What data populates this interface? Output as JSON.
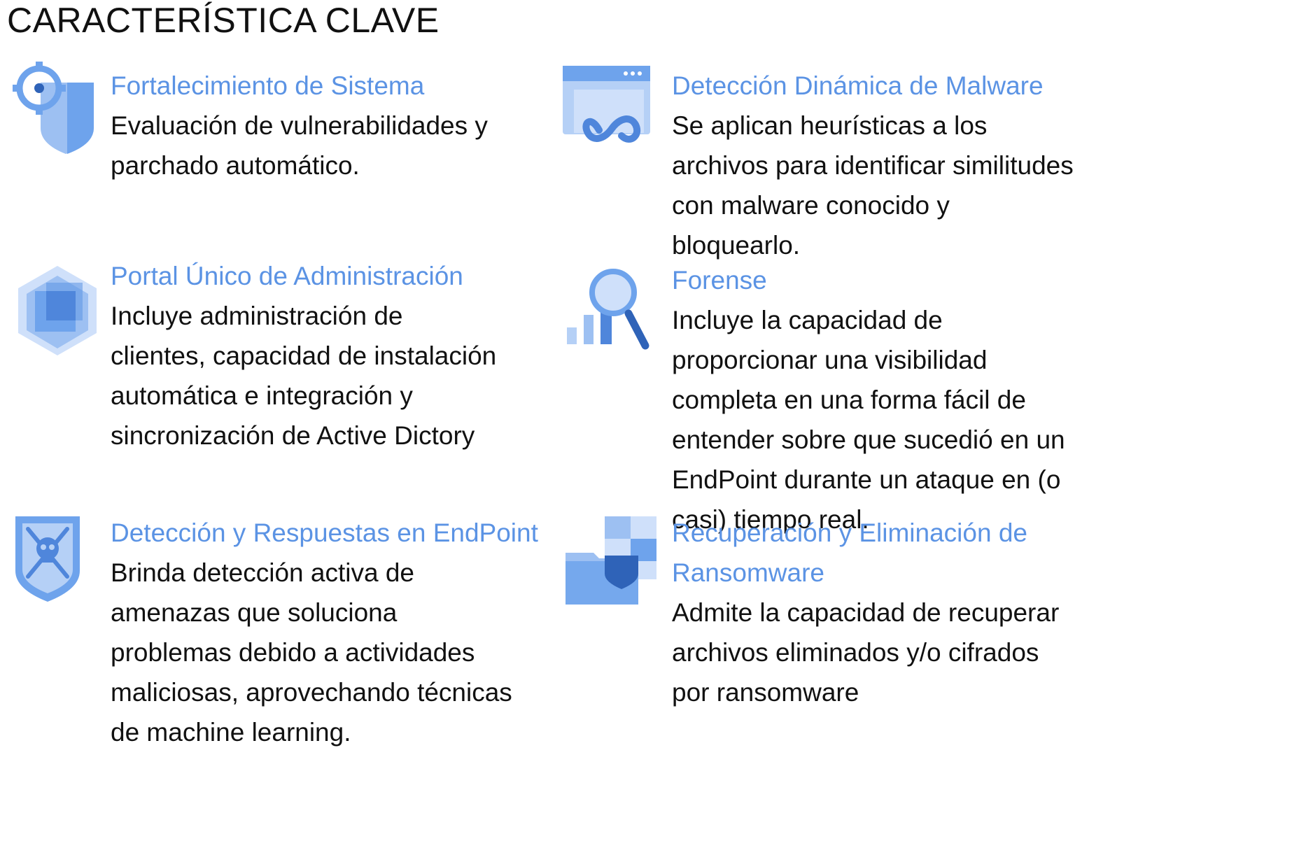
{
  "title": "CARACTERÍSTICA CLAVE",
  "accent_color": "#5b93e4",
  "features": [
    {
      "icon": "target-shield-icon",
      "title": "Fortalecimiento de Sistema",
      "description": " Evaluación de vulnerabilidades y parchado automático."
    },
    {
      "icon": "browser-infinity-icon",
      "title": "Detección Dinámica de Malware",
      "description": "Se aplican heurísticas a los archivos para identificar similitudes con malware conocido y bloquearlo."
    },
    {
      "icon": "hexagon-cube-icon",
      "title": "Portal Único de Administración",
      "description": "Incluye administración de clientes, capacidad de instalación automática e integración y sincronización de Active Dictory"
    },
    {
      "icon": "magnifier-chart-icon",
      "title": "Forense",
      "description": "Incluye la capacidad de proporcionar una visibilidad completa en una forma fácil de entender sobre que sucedió en un EndPoint durante un ataque en (o casi) tiempo real."
    },
    {
      "icon": "skull-shield-icon",
      "title": "Detección y Respuestas en EndPoint",
      "description": "Brinda detección activa de amenazas que soluciona problemas debido a actividades maliciosas, aprovechando técnicas de machine learning."
    },
    {
      "icon": "folder-shield-icon",
      "title": "Recuperación y Eliminación de Ransomware",
      "description": "Admite la capacidad de recuperar archivos eliminados y/o cifrados por ransomware"
    }
  ]
}
